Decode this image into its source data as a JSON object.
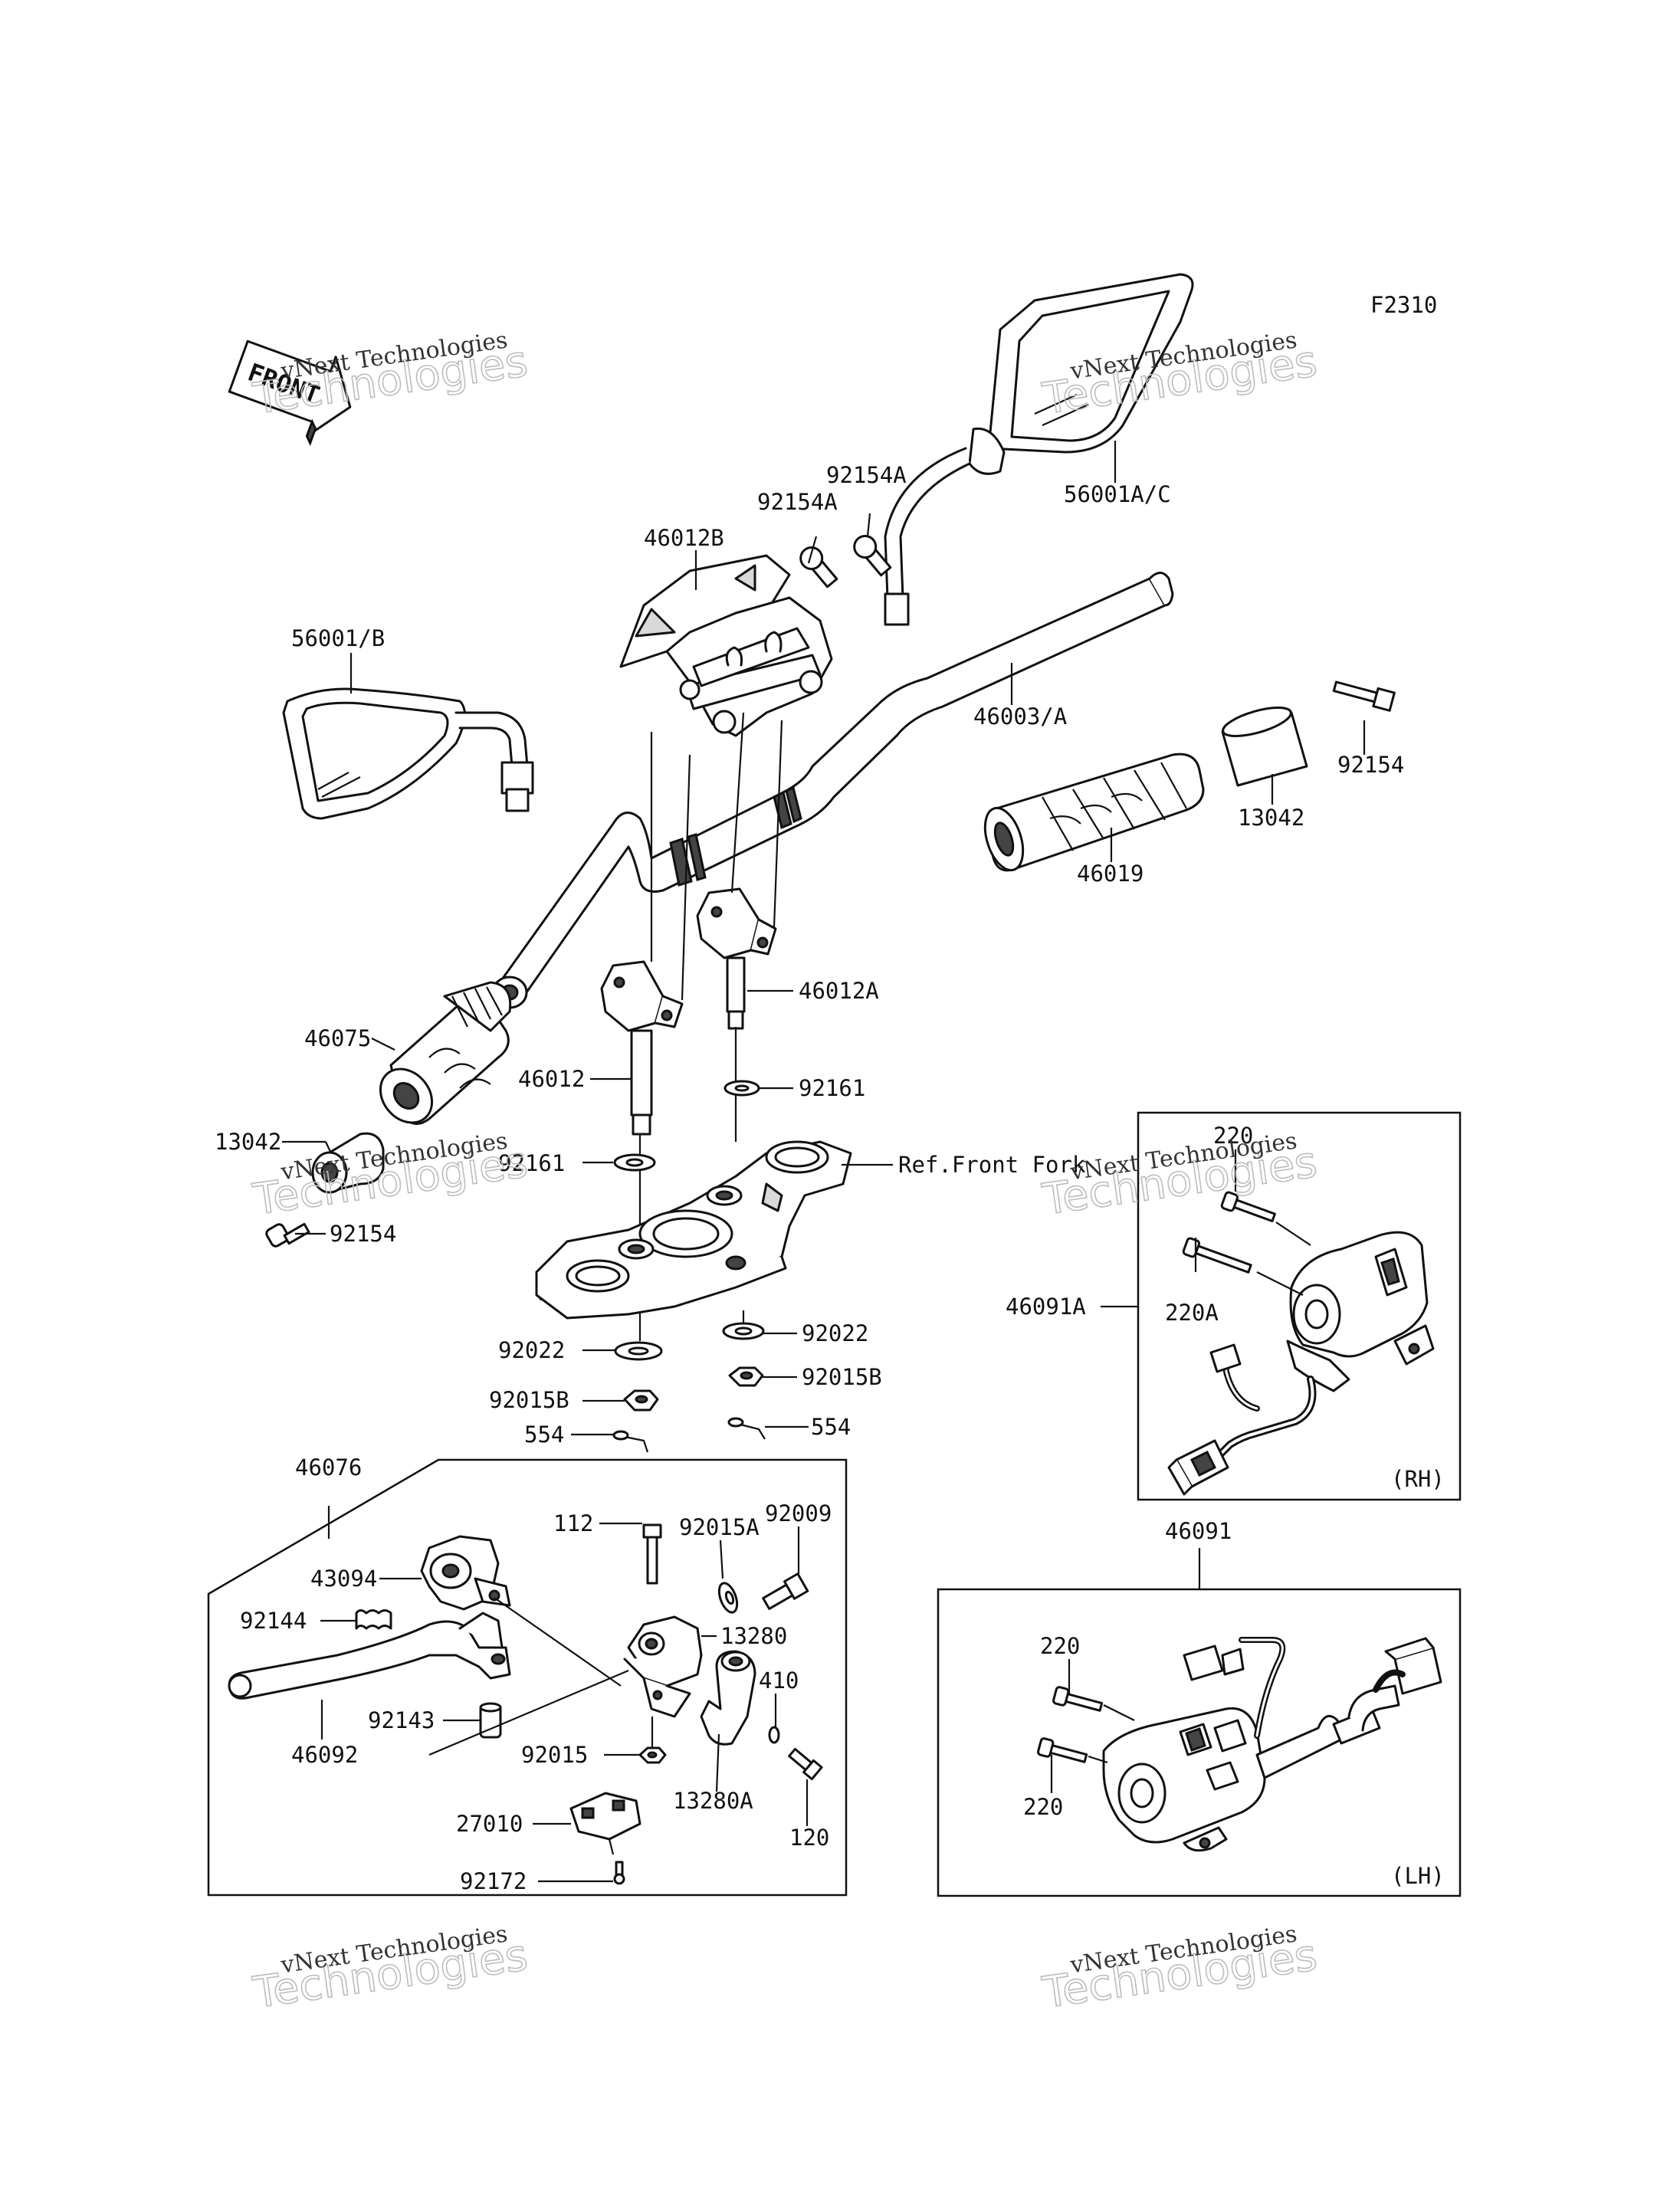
{
  "figure_code": "F2310",
  "front_label": "FRONT",
  "watermark": {
    "line1": "vNext Technologies",
    "line2": "Technologies"
  },
  "box_labels": {
    "rh": "(RH)",
    "lh": "(LH)"
  },
  "ref_note": "Ref.Front Fork",
  "labels": {
    "l_56001ac": "56001A/C",
    "l_92154a_1": "92154A",
    "l_92154a_2": "92154A",
    "l_46012b": "46012B",
    "l_56001b": "56001/B",
    "l_46003a": "46003/A",
    "l_92154_r": "92154",
    "l_13042_r": "13042",
    "l_46019": "46019",
    "l_46012a": "46012A",
    "l_46075": "46075",
    "l_46012": "46012",
    "l_92161_r": "92161",
    "l_13042_l": "13042",
    "l_92161_l": "92161",
    "l_92154_l": "92154",
    "l_92022_r": "92022",
    "l_92022_l": "92022",
    "l_92015b_r": "92015B",
    "l_92015b_l": "92015B",
    "l_554_l": "554",
    "l_554_r": "554",
    "l_220_rh1": "220",
    "l_220a": "220A",
    "l_46091a": "46091A",
    "l_46076": "46076",
    "l_92009": "92009",
    "l_112": "112",
    "l_92015a": "92015A",
    "l_43094": "43094",
    "l_92144": "92144",
    "l_13280": "13280",
    "l_410": "410",
    "l_92143": "92143",
    "l_46092": "46092",
    "l_92015": "92015",
    "l_13280a": "13280A",
    "l_120": "120",
    "l_27010": "27010",
    "l_92172": "92172",
    "l_46091": "46091",
    "l_220_lh1": "220",
    "l_220_lh2": "220"
  }
}
